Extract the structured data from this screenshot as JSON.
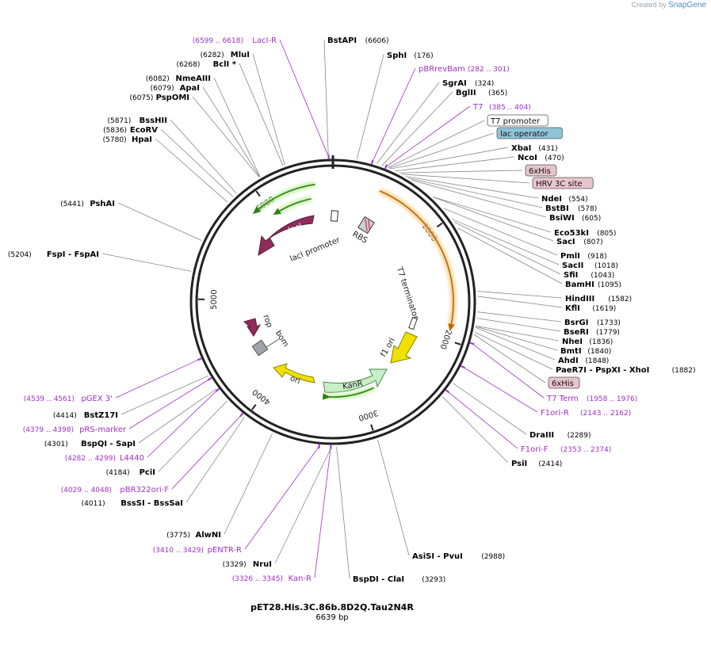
{
  "credit": {
    "prefix": "Created by",
    "brand": "SnapGene"
  },
  "map": {
    "name": "pET28.His.3C.86b.8D2Q.Tau2N4R",
    "length_bp": 6639,
    "length_label": "6639 bp"
  },
  "ticks": [
    "1000",
    "2000",
    "3000",
    "4000",
    "5000",
    "6000"
  ],
  "features": [
    {
      "name": "lacI",
      "kind": "arrow",
      "color": "#8e2c5a",
      "glow": false
    },
    {
      "name": "lacI promoter",
      "kind": "arrow",
      "color": "#ffffff",
      "glow": false
    },
    {
      "name": "RBS",
      "kind": "box",
      "color": "#cfcfcf",
      "glow": false
    },
    {
      "name": "T7 terminator",
      "kind": "box",
      "color": "#ffffff",
      "glow": false
    },
    {
      "name": "f1 ori",
      "kind": "arrow",
      "color": "#f0e000",
      "glow": false
    },
    {
      "name": "KanR",
      "kind": "arrow",
      "color": "#c8f0c8",
      "glow": false
    },
    {
      "name": "ori",
      "kind": "arrow",
      "color": "#f0e000",
      "glow": false
    },
    {
      "name": "bom",
      "kind": "box",
      "color": "#a0a4aa",
      "glow": false
    },
    {
      "name": "rop",
      "kind": "arrow",
      "color": "#8e2c5a",
      "glow": false
    }
  ],
  "sites": [
    {
      "name": "LacI-R",
      "pos": "(6599 .. 6618)",
      "type": "primer"
    },
    {
      "name": "BstAPI",
      "pos": "(6606)",
      "type": "enzyme"
    },
    {
      "name": "SphI",
      "pos": "(176)",
      "type": "enzyme"
    },
    {
      "name": "pBRrevBam",
      "pos": "(282 .. 301)",
      "type": "primer"
    },
    {
      "name": "SgrAI",
      "pos": "(324)",
      "type": "enzyme"
    },
    {
      "name": "BglII",
      "pos": "(365)",
      "type": "enzyme"
    },
    {
      "name": "T7",
      "pos": "(385 .. 404)",
      "type": "primer"
    },
    {
      "name": "T7 promoter",
      "pos": "",
      "type": "boxed-white"
    },
    {
      "name": "lac operator",
      "pos": "",
      "type": "boxed-blue"
    },
    {
      "name": "XbaI",
      "pos": "(431)",
      "type": "enzyme"
    },
    {
      "name": "NcoI",
      "pos": "(470)",
      "type": "enzyme"
    },
    {
      "name": "6xHis",
      "pos": "",
      "type": "boxed-pink"
    },
    {
      "name": "HRV 3C site",
      "pos": "",
      "type": "boxed-pink"
    },
    {
      "name": "NdeI",
      "pos": "(554)",
      "type": "enzyme"
    },
    {
      "name": "BstBI",
      "pos": "(578)",
      "type": "enzyme"
    },
    {
      "name": "BsiWI",
      "pos": "(605)",
      "type": "enzyme"
    },
    {
      "name": "Eco53kI",
      "pos": "(805)",
      "type": "enzyme"
    },
    {
      "name": "SacI",
      "pos": "(807)",
      "type": "enzyme"
    },
    {
      "name": "PmlI",
      "pos": "(918)",
      "type": "enzyme"
    },
    {
      "name": "SacII",
      "pos": "(1018)",
      "type": "enzyme"
    },
    {
      "name": "SfiI",
      "pos": "(1043)",
      "type": "enzyme"
    },
    {
      "name": "BamHI",
      "pos": "(1095)",
      "type": "enzyme"
    },
    {
      "name": "HindIII",
      "pos": "(1582)",
      "type": "enzyme"
    },
    {
      "name": "KflI",
      "pos": "(1619)",
      "type": "enzyme"
    },
    {
      "name": "BsrGI",
      "pos": "(1733)",
      "type": "enzyme"
    },
    {
      "name": "BseRI",
      "pos": "(1779)",
      "type": "enzyme"
    },
    {
      "name": "NheI",
      "pos": "(1836)",
      "type": "enzyme"
    },
    {
      "name": "BmtI",
      "pos": "(1840)",
      "type": "enzyme"
    },
    {
      "name": "AhdI",
      "pos": "(1848)",
      "type": "enzyme"
    },
    {
      "name": "PaeR7I - PspXI - XhoI",
      "pos": "(1882)",
      "type": "enzyme"
    },
    {
      "name": "6xHis",
      "pos": "",
      "type": "boxed-pink"
    },
    {
      "name": "T7 Term",
      "pos": "(1958 .. 1976)",
      "type": "primer"
    },
    {
      "name": "F1ori-R",
      "pos": "(2143 .. 2162)",
      "type": "primer"
    },
    {
      "name": "DraIII",
      "pos": "(2289)",
      "type": "enzyme"
    },
    {
      "name": "F1ori-F",
      "pos": "(2353 .. 2374)",
      "type": "primer"
    },
    {
      "name": "PsiI",
      "pos": "(2414)",
      "type": "enzyme"
    },
    {
      "name": "AsiSI - PvuI",
      "pos": "(2988)",
      "type": "enzyme"
    },
    {
      "name": "BspDI - ClaI",
      "pos": "(3293)",
      "type": "enzyme"
    },
    {
      "name": "Kan-R",
      "pos": "(3326 .. 3345)",
      "type": "primer"
    },
    {
      "name": "NruI",
      "pos": "(3329)",
      "type": "enzyme"
    },
    {
      "name": "pENTR-R",
      "pos": "(3410 .. 3429)",
      "type": "primer"
    },
    {
      "name": "AlwNI",
      "pos": "(3775)",
      "type": "enzyme"
    },
    {
      "name": "BssSI - BssSaI",
      "pos": "(4011)",
      "type": "enzyme"
    },
    {
      "name": "pBR322ori-F",
      "pos": "(4029 .. 4048)",
      "type": "primer"
    },
    {
      "name": "PciI",
      "pos": "(4184)",
      "type": "enzyme"
    },
    {
      "name": "L4440",
      "pos": "(4282 .. 4299)",
      "type": "primer"
    },
    {
      "name": "BspQI - SapI",
      "pos": "(4301)",
      "type": "enzyme"
    },
    {
      "name": "pRS-marker",
      "pos": "(4379 .. 4398)",
      "type": "primer"
    },
    {
      "name": "BstZ17I",
      "pos": "(4414)",
      "type": "enzyme"
    },
    {
      "name": "pGEX 3'",
      "pos": "(4539 .. 4561)",
      "type": "primer"
    },
    {
      "name": "FspI - FspAI",
      "pos": "(5204)",
      "type": "enzyme"
    },
    {
      "name": "PshAI",
      "pos": "(5441)",
      "type": "enzyme"
    },
    {
      "name": "HpaI",
      "pos": "(5780)",
      "type": "enzyme"
    },
    {
      "name": "EcoRV",
      "pos": "(5836)",
      "type": "enzyme"
    },
    {
      "name": "BssHII",
      "pos": "(5871)",
      "type": "enzyme"
    },
    {
      "name": "PspOMI",
      "pos": "(6075)",
      "type": "enzyme"
    },
    {
      "name": "ApaI",
      "pos": "(6079)",
      "type": "enzyme"
    },
    {
      "name": "NmeAIII",
      "pos": "(6082)",
      "type": "enzyme"
    },
    {
      "name": "BclI *",
      "pos": "(6268)",
      "type": "enzyme"
    },
    {
      "name": "MluI",
      "pos": "(6282)",
      "type": "enzyme"
    }
  ],
  "colors": {
    "primer": "#a030c8",
    "enzyme": "#000000",
    "ring": "#222222",
    "glow_green": "#b8ef9a",
    "glow_orange": "#f5cd8a"
  }
}
